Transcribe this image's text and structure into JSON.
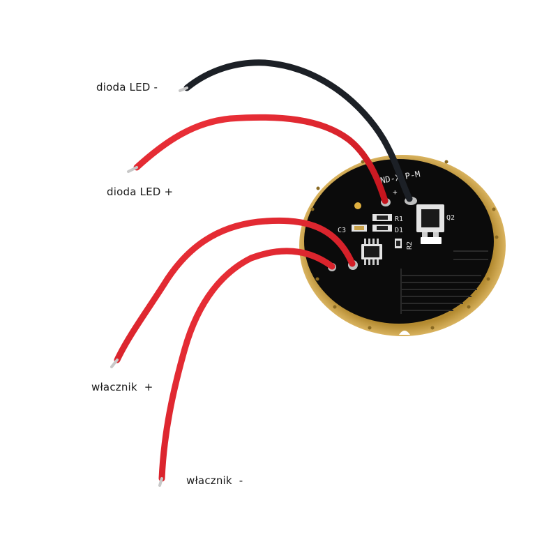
{
  "labels": {
    "led_minus": "dioda LED -",
    "led_plus": "dioda LED +",
    "switch_plus": "włacznik  +",
    "switch_minus": "włacznik  -"
  },
  "board": {
    "top_marking": "ND-X P-M",
    "pad_markings": [
      "+",
      "-"
    ],
    "component_refs": [
      "R1",
      "D1",
      "C3",
      "R2",
      "Q2"
    ]
  },
  "colors": {
    "background": "#ffffff",
    "pcb": "#0b0b0b",
    "pcb_edge": "#c9a24a",
    "wire_red": "#e0202a",
    "wire_black": "#1c2026",
    "silkscreen": "#e8e8e8",
    "label_text": "#1a1a1a"
  }
}
